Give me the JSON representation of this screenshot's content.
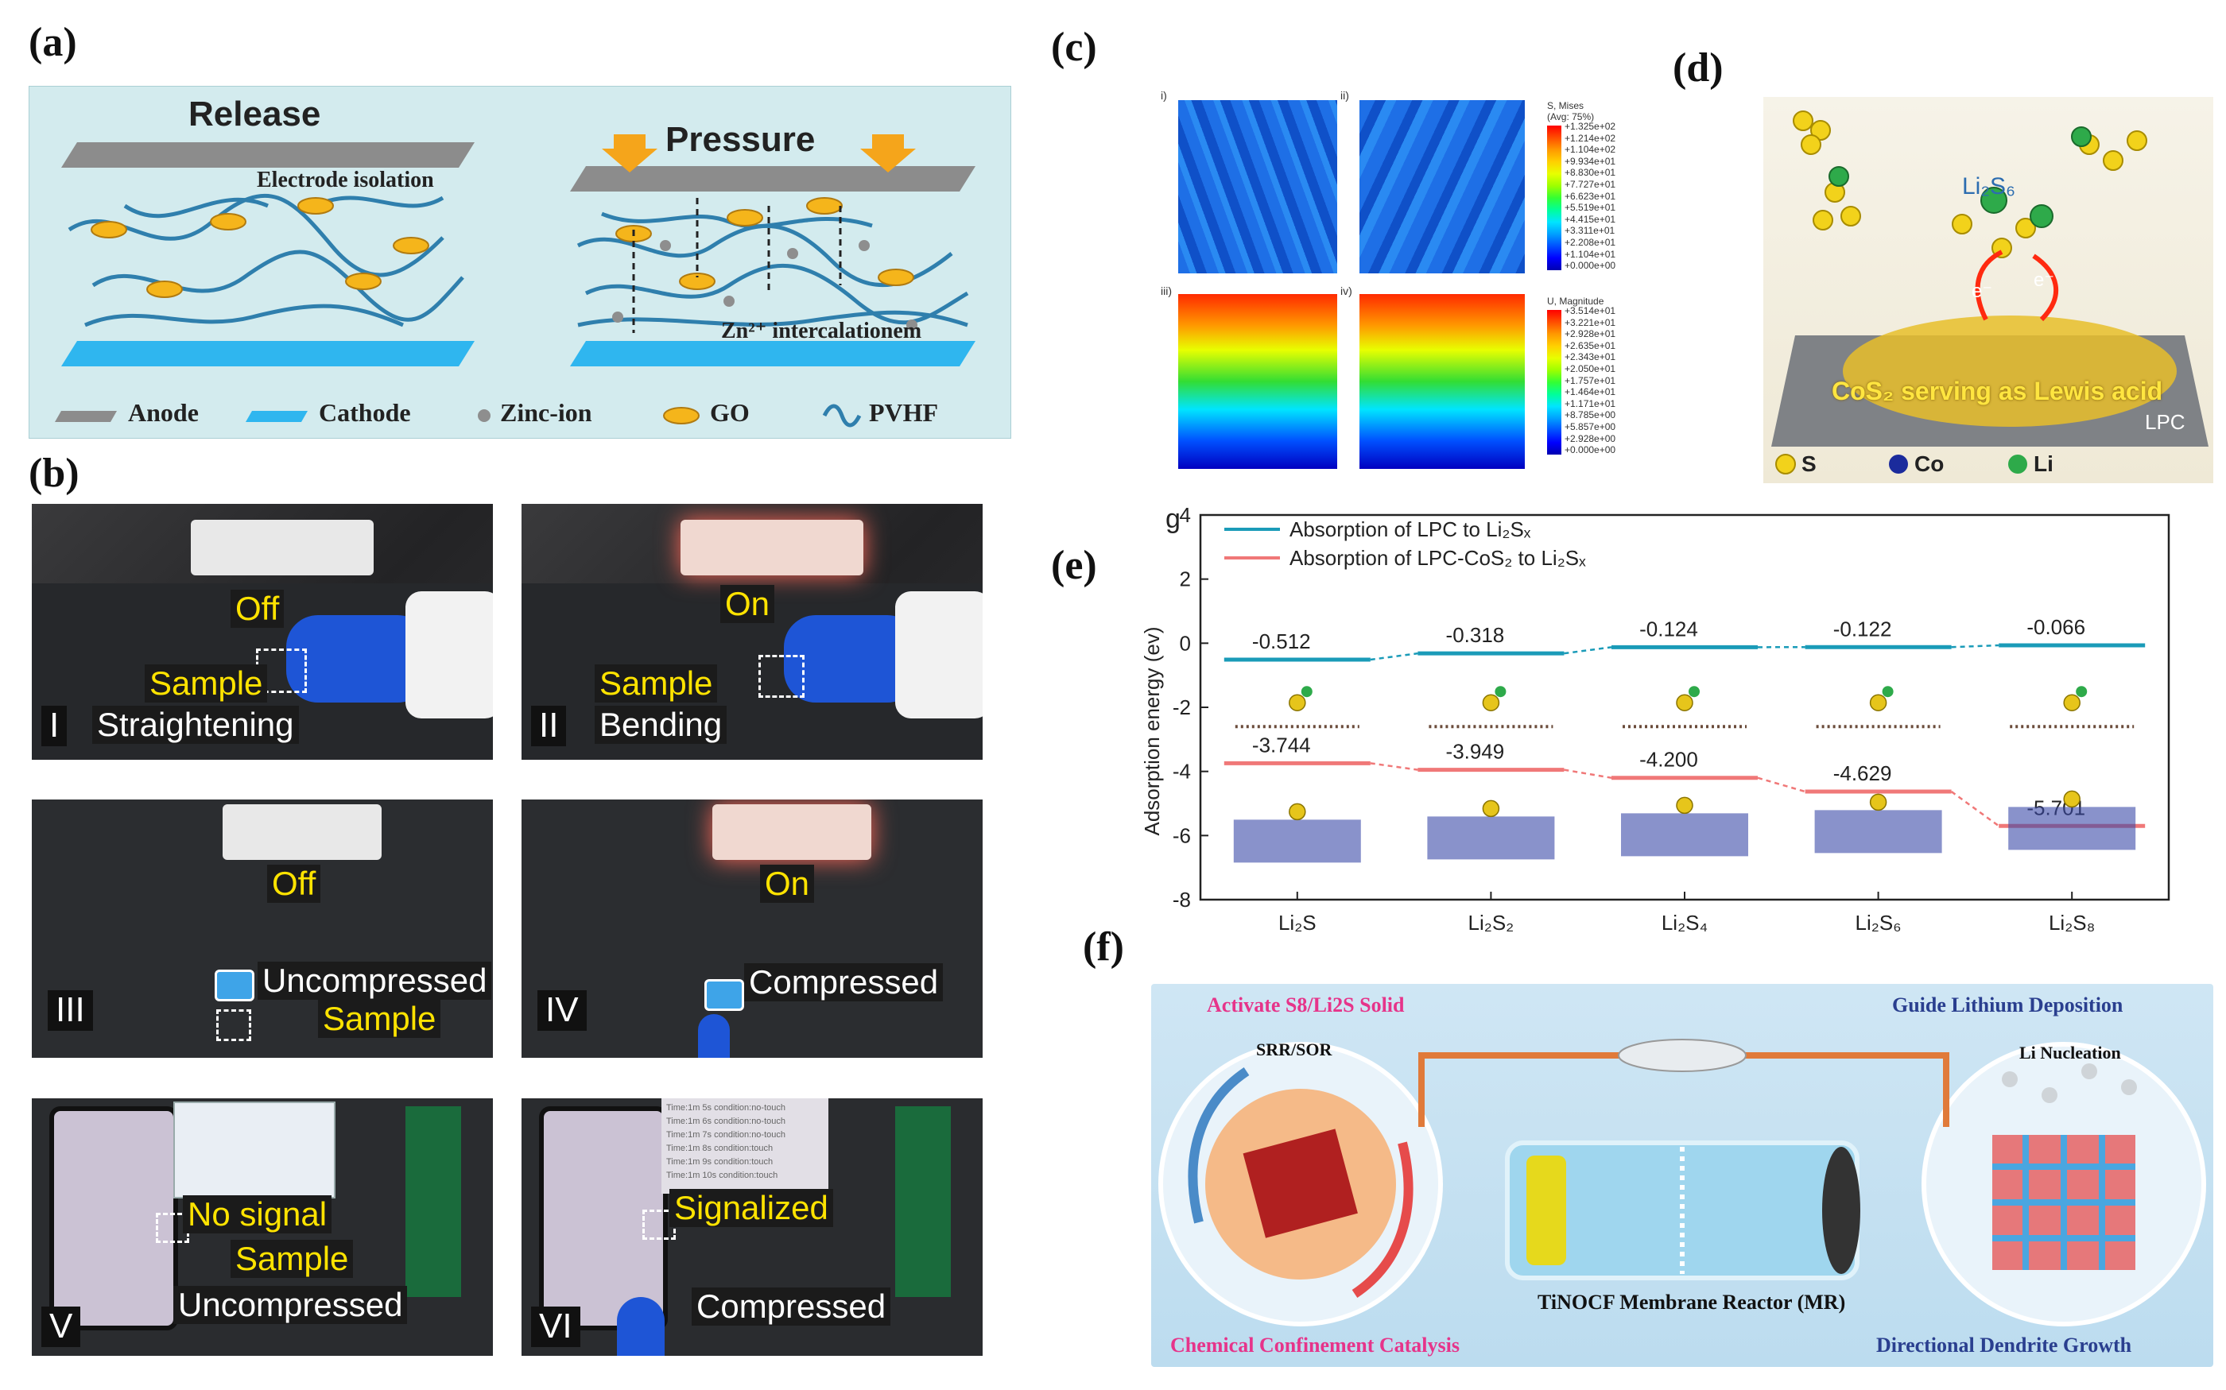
{
  "panel_labels": {
    "a": "(a)",
    "b": "(b)",
    "c": "(c)",
    "d": "(d)",
    "e": "(e)",
    "f": "(f)"
  },
  "panel_a": {
    "release": "Release",
    "pressure": "Pressure",
    "electrode_isolation": "Electrode isolation",
    "zn_intercalation": "Zn²⁺ intercalationem",
    "legend": {
      "anode": "Anode",
      "cathode": "Cathode",
      "zinc_ion": "Zinc-ion",
      "go": "GO",
      "pvhf": "PVHF"
    }
  },
  "panel_b": {
    "photos": [
      {
        "roman": "I",
        "caption": "Straightening",
        "state": "Off",
        "sample": "Sample"
      },
      {
        "roman": "II",
        "caption": "Bending",
        "state": "On",
        "sample": "Sample"
      },
      {
        "roman": "III",
        "caption": "Uncompressed",
        "state": "Off",
        "sample": "Sample"
      },
      {
        "roman": "IV",
        "caption": "Compressed",
        "state": "On",
        "sample": ""
      },
      {
        "roman": "V",
        "caption": "Uncompressed",
        "state": "No signal",
        "sample": "Sample"
      },
      {
        "roman": "VI",
        "caption": "Compressed",
        "state": "Signalized",
        "sample": ""
      }
    ],
    "phone_log": [
      "Time:1m 5s condition:no-touch",
      "Time:1m 6s condition:no-touch",
      "Time:1m 7s condition:no-touch",
      "Time:1m 8s condition:touch",
      "Time:1m 9s condition:touch",
      "Time:1m 10s condition:touch"
    ]
  },
  "panel_c": {
    "subplots": [
      "i)",
      "ii)",
      "iii)",
      "iv)"
    ],
    "legend1": {
      "title": "S, Mises",
      "subtitle": "(Avg: 75%)",
      "values": [
        "+1.325e+02",
        "+1.214e+02",
        "+1.104e+02",
        "+9.934e+01",
        "+8.830e+01",
        "+7.727e+01",
        "+6.623e+01",
        "+5.519e+01",
        "+4.415e+01",
        "+3.311e+01",
        "+2.208e+01",
        "+1.104e+01",
        "+0.000e+00"
      ]
    },
    "legend2": {
      "title": "U, Magnitude",
      "values": [
        "+3.514e+01",
        "+3.221e+01",
        "+2.928e+01",
        "+2.635e+01",
        "+2.343e+01",
        "+2.050e+01",
        "+1.757e+01",
        "+1.464e+01",
        "+1.171e+01",
        "+8.785e+00",
        "+5.857e+00",
        "+2.928e+00",
        "+0.000e+00"
      ]
    },
    "colors": [
      "#ff0000",
      "#ff4d00",
      "#ff9900",
      "#ffd000",
      "#e8ff00",
      "#9dff00",
      "#33ff33",
      "#00ff99",
      "#00e5ff",
      "#00a0ff",
      "#0050ff",
      "#0000ff",
      "#0000b0"
    ]
  },
  "panel_d": {
    "molecule": "Li₂S₆",
    "electron": "e⁻",
    "caption": "CoS₂ serving as Lewis acid",
    "substrate": "LPC",
    "legend": [
      {
        "label": "S",
        "color": "#f2d21b"
      },
      {
        "label": "Co",
        "color": "#1b2b9c"
      },
      {
        "label": "Li",
        "color": "#2eaa4a"
      }
    ]
  },
  "chart_data": {
    "type": "line",
    "corner_label": "g",
    "ylabel": "Adsorption energy (ev)",
    "categories": [
      "Li₂S",
      "Li₂S₂",
      "Li₂S₄",
      "Li₂S₆",
      "Li₂S₈"
    ],
    "ylim": [
      -8,
      4
    ],
    "yticks": [
      "4",
      "2",
      "0",
      "-2",
      "-4",
      "-6",
      "-8"
    ],
    "series": [
      {
        "name": "Absorption of LPC to Li₂Sₓ",
        "color": "#1a9bb8",
        "values": [
          -0.512,
          -0.318,
          -0.124,
          -0.122,
          -0.066
        ],
        "labels": [
          "-0.512",
          "-0.318",
          "-0.124",
          "-0.122",
          "-0.066"
        ]
      },
      {
        "name": "Absorption of LPC-CoS₂ to Li₂Sₓ",
        "color": "#f07878",
        "values": [
          -3.744,
          -3.949,
          -4.2,
          -4.629,
          -5.701
        ],
        "labels": [
          "-3.744",
          "-3.949",
          "-4.200",
          "-4.629",
          "-5.701"
        ]
      }
    ]
  },
  "panel_f": {
    "top_left": "Activate S8/Li2S Solid",
    "top_right": "Guide Lithium Deposition",
    "srr": "SRR/SOR",
    "li_nucleation": "Li Nucleation",
    "reactor": "TiNOCF Membrane Reactor (MR)",
    "bottom_left": "Chemical Confinement Catalysis",
    "bottom_right": "Directional Dendrite Growth",
    "colors": {
      "pink": "#e6348a",
      "navy": "#2a3f8f"
    }
  }
}
